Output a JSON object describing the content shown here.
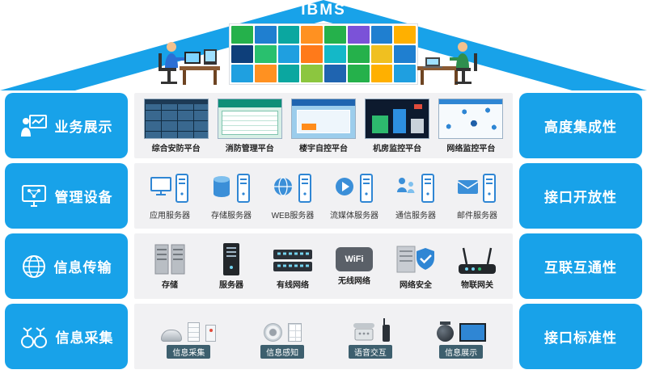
{
  "palette": {
    "blue": "#18a2e9",
    "row_bg": "#f1f1f3",
    "badge_bg": "#3d5f6e",
    "icon_blue": "#2f86d4"
  },
  "roof": {
    "title": "IBMS",
    "tile_colors": [
      "#25b14b",
      "#1f7fd0",
      "#0ba7a0",
      "#ff9121",
      "#25b14b",
      "#7b52d8",
      "#1f7fd0",
      "#ffb000",
      "#0e3f7a",
      "#29c06e",
      "#1f9fe0",
      "#ff7a1a",
      "#14b8c8",
      "#25b14b",
      "#f0c020",
      "#1f7fd0",
      "#1fa0e0",
      "#ff9121",
      "#0ba7a0",
      "#8cc63f",
      "#1f64b0",
      "#25b14b",
      "#ffb000",
      "#1f9fe0"
    ]
  },
  "wifi_label": "WiFi",
  "rows": [
    {
      "left": {
        "label": "业务展示"
      },
      "right": {
        "label": "高度集成性"
      },
      "items": [
        {
          "label": "综合安防平台"
        },
        {
          "label": "消防管理平台"
        },
        {
          "label": "楼宇自控平台"
        },
        {
          "label": "机房监控平台"
        },
        {
          "label": "网络监控平台"
        }
      ]
    },
    {
      "left": {
        "label": "管理设备"
      },
      "right": {
        "label": "接口开放性"
      },
      "items": [
        {
          "label": "应用服务器"
        },
        {
          "label": "存储服务器"
        },
        {
          "label": "WEB服务器"
        },
        {
          "label": "流媒体服务器"
        },
        {
          "label": "通信服务器"
        },
        {
          "label": "邮件服务器"
        }
      ]
    },
    {
      "left": {
        "label": "信息传输"
      },
      "right": {
        "label": "互联互通性"
      },
      "items": [
        {
          "label": "存储"
        },
        {
          "label": "服务器"
        },
        {
          "label": "有线网络"
        },
        {
          "label": "无线网络"
        },
        {
          "label": "网络安全"
        },
        {
          "label": "物联网关"
        }
      ]
    },
    {
      "left": {
        "label": "信息采集"
      },
      "right": {
        "label": "接口标准性"
      },
      "items": [
        {
          "label": "信息采集"
        },
        {
          "label": "信息感知"
        },
        {
          "label": "语音交互"
        },
        {
          "label": "信息展示"
        }
      ]
    }
  ]
}
